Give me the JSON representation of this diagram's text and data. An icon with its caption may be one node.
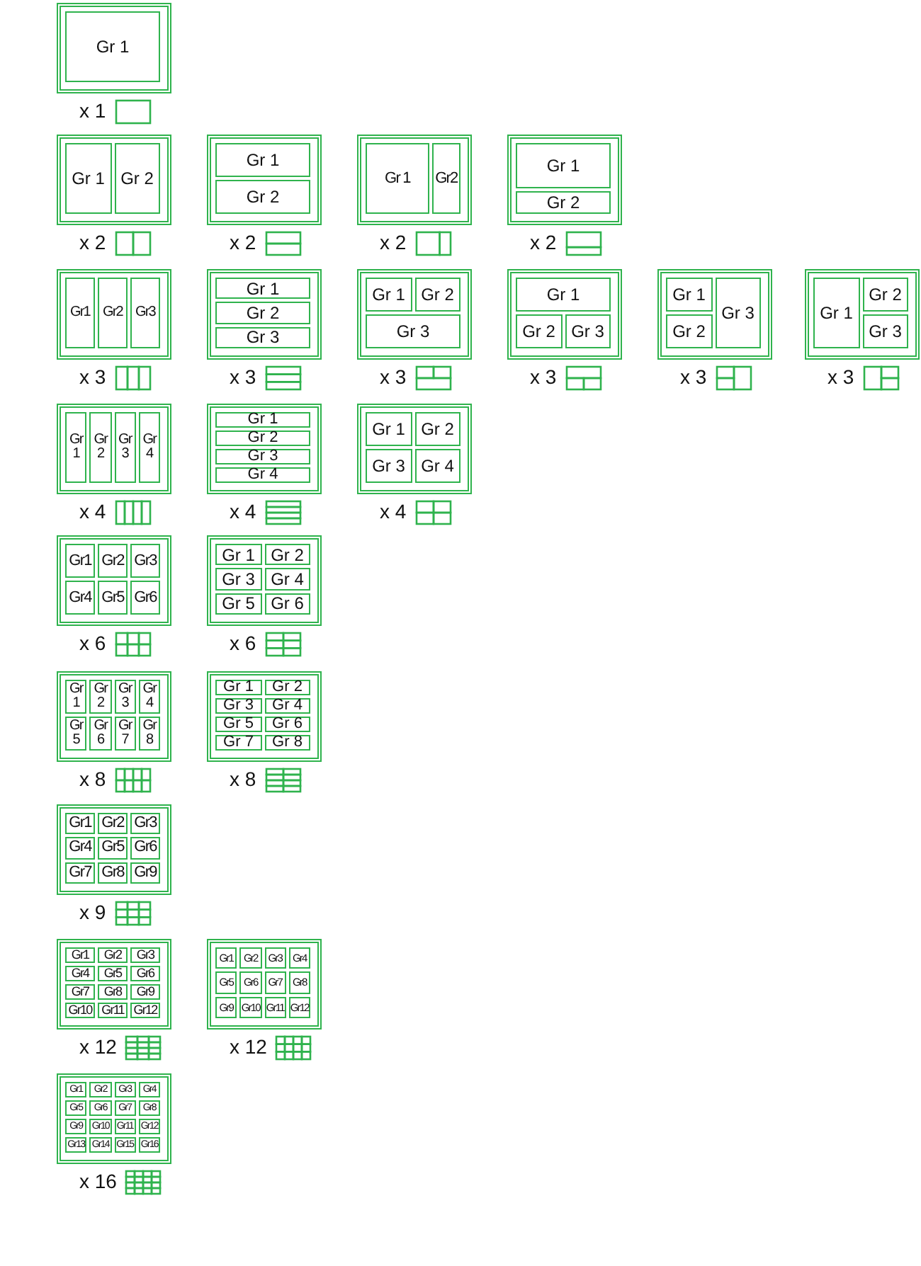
{
  "diagram": {
    "nodes": [
      {
        "text": [],
        "shape": "box",
        "beside": [
          "x 1"
        ]
      },
      {
        "text": [
          "Gr 1"
        ],
        "in": 0
      },
      {
        "text": [],
        "shape": "box",
        "beside": [
          "x 2"
        ]
      },
      {
        "text": [
          "Gr 1"
        ],
        "in": 2
      },
      {
        "text": [
          "Gr 2"
        ],
        "in": 2
      },
      {
        "text": [],
        "shape": "box",
        "beside": [
          "x 2"
        ]
      },
      {
        "text": [
          "Gr 1"
        ],
        "in": 5
      },
      {
        "text": [
          "Gr 2"
        ],
        "in": 5
      },
      {
        "text": [],
        "shape": "box",
        "beside": [
          "x 2"
        ]
      },
      {
        "text": [
          "Gr 1"
        ],
        "in": 8
      },
      {
        "text": [
          "Gr2"
        ],
        "in": 8
      },
      {
        "text": [],
        "shape": "box",
        "beside": [
          "x 2"
        ]
      },
      {
        "text": [
          "Gr 1"
        ],
        "in": 11
      },
      {
        "text": [
          "Gr 2"
        ],
        "in": 11
      },
      {
        "text": [],
        "shape": "box",
        "beside": [
          "x 3"
        ]
      },
      {
        "text": [
          "Gr1"
        ],
        "in": 14
      },
      {
        "text": [
          "Gr2"
        ],
        "in": 14
      },
      {
        "text": [
          "Gr3"
        ],
        "in": 14
      },
      {
        "text": [],
        "shape": "box",
        "beside": [
          "x 3"
        ]
      },
      {
        "text": [
          "Gr 1"
        ],
        "in": 18
      },
      {
        "text": [
          "Gr 2"
        ],
        "in": 18
      },
      {
        "text": [
          "Gr 3"
        ],
        "in": 18
      },
      {
        "text": [],
        "shape": "box",
        "beside": [
          "x 3"
        ]
      },
      {
        "text": [
          "Gr 1"
        ],
        "in": 22
      },
      {
        "text": [
          "Gr 2"
        ],
        "in": 22
      },
      {
        "text": [
          "Gr 3"
        ],
        "in": 22
      },
      {
        "text": [],
        "shape": "box",
        "beside": [
          "x 3"
        ]
      },
      {
        "text": [
          "Gr 1"
        ],
        "in": 26
      },
      {
        "text": [
          "Gr 2"
        ],
        "in": 26
      },
      {
        "text": [
          "Gr 3"
        ],
        "in": 26
      },
      {
        "text": [],
        "shape": "box",
        "beside": [
          "x 3"
        ]
      },
      {
        "text": [
          "Gr 1"
        ],
        "in": 30
      },
      {
        "text": [
          "Gr 2"
        ],
        "in": 30
      },
      {
        "text": [
          "Gr 3"
        ],
        "in": 30
      },
      {
        "text": [],
        "shape": "box",
        "beside": [
          "x 3"
        ]
      },
      {
        "text": [
          "Gr 1"
        ],
        "in": 34
      },
      {
        "text": [
          "Gr 2"
        ],
        "in": 34
      },
      {
        "text": [
          "Gr 3"
        ],
        "in": 34
      },
      {
        "text": [],
        "shape": "box",
        "beside": [
          "x 4"
        ]
      },
      {
        "text": [
          "Gr 1"
        ],
        "in": 38
      },
      {
        "text": [
          "Gr 2"
        ],
        "in": 38
      },
      {
        "text": [
          "Gr 3"
        ],
        "in": 38
      },
      {
        "text": [
          "Gr 4"
        ],
        "in": 38
      },
      {
        "text": [],
        "shape": "box",
        "beside": [
          "x 4"
        ]
      },
      {
        "text": [
          "Gr 1"
        ],
        "in": 43
      },
      {
        "text": [
          "Gr 2"
        ],
        "in": 43
      },
      {
        "text": [
          "Gr 3"
        ],
        "in": 43
      },
      {
        "text": [
          "Gr 4"
        ],
        "in": 43
      },
      {
        "text": [],
        "shape": "box",
        "beside": [
          "x 4"
        ]
      },
      {
        "text": [
          "Gr 1"
        ],
        "in": 48
      },
      {
        "text": [
          "Gr 2"
        ],
        "in": 48
      },
      {
        "text": [
          "Gr 3"
        ],
        "in": 48
      },
      {
        "text": [
          "Gr 4"
        ],
        "in": 48
      },
      {
        "text": [],
        "shape": "box",
        "beside": [
          "x 6"
        ]
      },
      {
        "text": [
          "Gr1"
        ],
        "in": 53
      },
      {
        "text": [
          "Gr2"
        ],
        "in": 53
      },
      {
        "text": [
          "Gr3"
        ],
        "in": 53
      },
      {
        "text": [
          "Gr4"
        ],
        "in": 53
      },
      {
        "text": [
          "Gr5"
        ],
        "in": 53
      },
      {
        "text": [
          "Gr6"
        ],
        "in": 53
      },
      {
        "text": [],
        "shape": "box",
        "beside": [
          "x 6"
        ]
      },
      {
        "text": [
          "Gr 1"
        ],
        "in": 60
      },
      {
        "text": [
          "Gr 2"
        ],
        "in": 60
      },
      {
        "text": [
          "Gr 3"
        ],
        "in": 60
      },
      {
        "text": [
          "Gr 4"
        ],
        "in": 60
      },
      {
        "text": [
          "Gr 5"
        ],
        "in": 60
      },
      {
        "text": [
          "Gr 6"
        ],
        "in": 60
      },
      {
        "text": [],
        "shape": "box",
        "beside": [
          "x 8"
        ]
      },
      {
        "text": [
          "Gr 1"
        ],
        "in": 67
      },
      {
        "text": [
          "Gr 2"
        ],
        "in": 67
      },
      {
        "text": [
          "Gr 3"
        ],
        "in": 67
      },
      {
        "text": [
          "Gr 4"
        ],
        "in": 67
      },
      {
        "text": [
          "Gr 5"
        ],
        "in": 67
      },
      {
        "text": [
          "Gr 6"
        ],
        "in": 67
      },
      {
        "text": [
          "Gr 7"
        ],
        "in": 67
      },
      {
        "text": [
          "Gr 8"
        ],
        "in": 67
      },
      {
        "text": [],
        "shape": "box",
        "beside": [
          "x 8"
        ]
      },
      {
        "text": [
          "Gr 1"
        ],
        "in": 76
      },
      {
        "text": [
          "Gr 2"
        ],
        "in": 76
      },
      {
        "text": [
          "Gr 3"
        ],
        "in": 76
      },
      {
        "text": [
          "Gr 4"
        ],
        "in": 76
      },
      {
        "text": [
          "Gr 5"
        ],
        "in": 76
      },
      {
        "text": [
          "Gr 6"
        ],
        "in": 76
      },
      {
        "text": [
          "Gr 7"
        ],
        "in": 76
      },
      {
        "text": [
          "Gr 8"
        ],
        "in": 76
      },
      {
        "text": [],
        "shape": "box",
        "beside": [
          "x 9"
        ]
      },
      {
        "text": [
          "Gr1"
        ],
        "in": 85
      },
      {
        "text": [
          "Gr2"
        ],
        "in": 85
      },
      {
        "text": [
          "Gr3"
        ],
        "in": 85
      },
      {
        "text": [
          "Gr4"
        ],
        "in": 85
      },
      {
        "text": [
          "Gr5"
        ],
        "in": 85
      },
      {
        "text": [
          "Gr6"
        ],
        "in": 85
      },
      {
        "text": [
          "Gr7"
        ],
        "in": 85
      },
      {
        "text": [
          "Gr8"
        ],
        "in": 85
      },
      {
        "text": [
          "Gr9"
        ],
        "in": 85
      },
      {
        "text": [],
        "shape": "box",
        "beside": [
          "x 12"
        ]
      },
      {
        "text": [
          "Gr1"
        ],
        "in": 95
      },
      {
        "text": [
          "Gr2"
        ],
        "in": 95
      },
      {
        "text": [
          "Gr3"
        ],
        "in": 95
      },
      {
        "text": [
          "Gr4"
        ],
        "in": 95
      },
      {
        "text": [
          "Gr5"
        ],
        "in": 95
      },
      {
        "text": [
          "Gr6"
        ],
        "in": 95
      },
      {
        "text": [
          "Gr7"
        ],
        "in": 95
      },
      {
        "text": [
          "Gr8"
        ],
        "in": 95
      },
      {
        "text": [
          "Gr9"
        ],
        "in": 95
      },
      {
        "text": [
          "Gr10"
        ],
        "in": 95
      },
      {
        "text": [
          "Gr11"
        ],
        "in": 95
      },
      {
        "text": [
          "Gr12"
        ],
        "in": 95
      },
      {
        "text": [],
        "shape": "box",
        "beside": [
          "x 12"
        ]
      },
      {
        "text": [
          "Gr1"
        ],
        "in": 108
      },
      {
        "text": [
          "Gr2"
        ],
        "in": 108
      },
      {
        "text": [
          "Gr3"
        ],
        "in": 108
      },
      {
        "text": [
          "Gr4"
        ],
        "in": 108
      },
      {
        "text": [
          "Gr5"
        ],
        "in": 108
      },
      {
        "text": [
          "Gr6"
        ],
        "in": 108
      },
      {
        "text": [
          "Gr7"
        ],
        "in": 108
      },
      {
        "text": [
          "Gr8"
        ],
        "in": 108
      },
      {
        "text": [
          "Gr9"
        ],
        "in": 108
      },
      {
        "text": [
          "Gr10"
        ],
        "in": 108
      },
      {
        "text": [
          "Gr11"
        ],
        "in": 108
      },
      {
        "text": [
          "Gr12"
        ],
        "in": 108
      },
      {
        "text": [],
        "shape": "box",
        "beside": [
          "x 16"
        ]
      },
      {
        "text": [
          "Gr1"
        ],
        "in": 121
      },
      {
        "text": [
          "Gr2"
        ],
        "in": 121
      },
      {
        "text": [
          "Gr3"
        ],
        "in": 121
      },
      {
        "text": [
          "Gr4"
        ],
        "in": 121
      },
      {
        "text": [
          "Gr5"
        ],
        "in": 121
      },
      {
        "text": [
          "Gr6"
        ],
        "in": 121
      },
      {
        "text": [
          "Gr7"
        ],
        "in": 121
      },
      {
        "text": [
          "Gr8"
        ],
        "in": 121
      },
      {
        "text": [
          "Gr9"
        ],
        "in": 121
      },
      {
        "text": [
          "Gr10"
        ],
        "in": 121
      },
      {
        "text": [
          "Gr11"
        ],
        "in": 121
      },
      {
        "text": [
          "Gr12"
        ],
        "in": 121
      },
      {
        "text": [
          "Gr13"
        ],
        "in": 121
      },
      {
        "text": [
          "Gr14"
        ],
        "in": 121
      },
      {
        "text": [
          "Gr15"
        ],
        "in": 121
      },
      {
        "text": [
          "Gr16"
        ],
        "in": 121
      }
    ]
  }
}
